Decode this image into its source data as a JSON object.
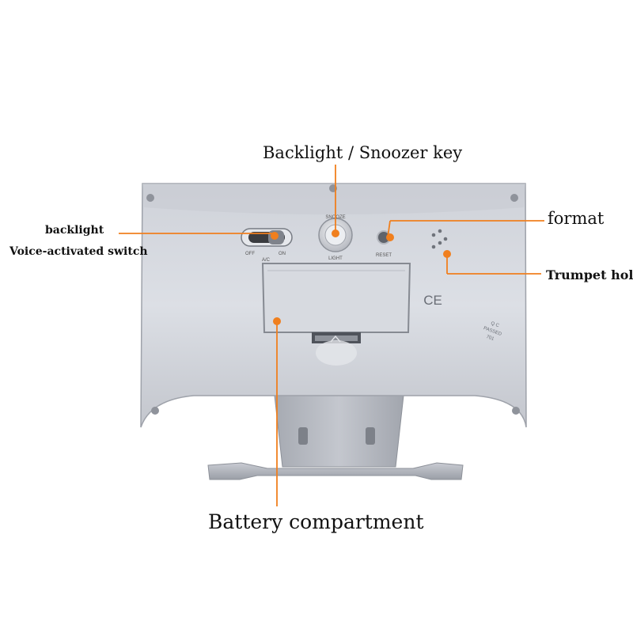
{
  "callouts": {
    "snooze_key": "Backlight / Snoozer key",
    "backlight": "backlight",
    "voice_switch": "Voice-activated switch",
    "format": "format",
    "trumpet_hole": "Trumpet hole",
    "battery": "Battery compartment"
  },
  "device": {
    "switch_off": "OFF",
    "switch_ac": "A/C",
    "switch_on": "ON",
    "snooze_top": "SNOOZE",
    "light_bottom": "LIGHT",
    "reset": "RESET",
    "ce_mark": "CE",
    "qc_line1": "Q C",
    "qc_line2": "PASSED",
    "qc_line3": "701"
  },
  "colors": {
    "accent_orange": "#f07f1e",
    "device_body": "#d4d7de",
    "device_shadow": "#9ea2aa",
    "label_text": "#111111"
  }
}
